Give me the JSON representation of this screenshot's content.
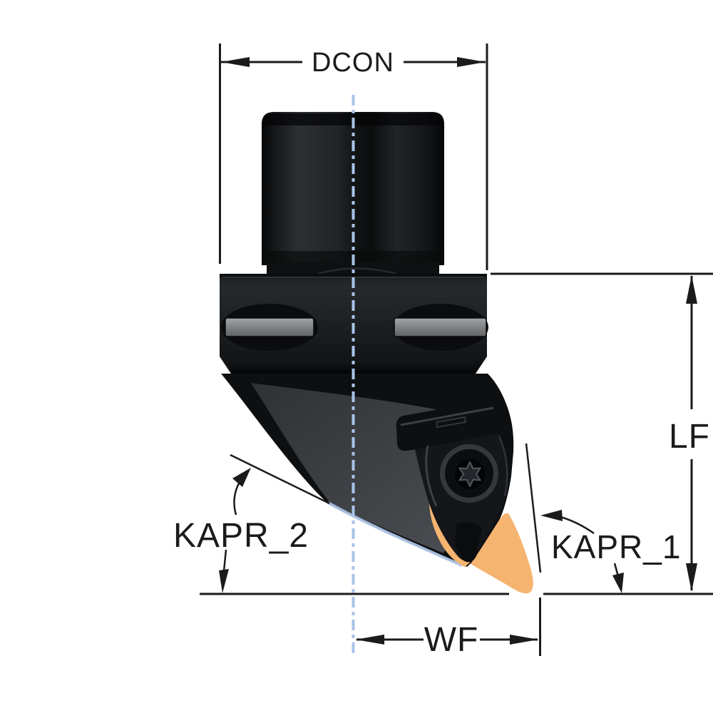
{
  "figure": {
    "type": "technical-dimension-drawing",
    "subject": "turning-tool-holder-with-triangular-insert",
    "labels": {
      "dcon": "DCON",
      "lf": "LF",
      "wf": "WF",
      "kapr_1": "KAPR_1",
      "kapr_2": "KAPR_2"
    },
    "colors": {
      "background": "#ffffff",
      "dimension_ink": "#1b1b1b",
      "centerline_blue": "#a9c3e8",
      "edge_highlight_blue": "#a9bfe0",
      "tool_black": "#0d0f11",
      "face_gray": "#3f4246",
      "slot_gray": "#85878a",
      "insert_orange": "#f6b471"
    }
  }
}
